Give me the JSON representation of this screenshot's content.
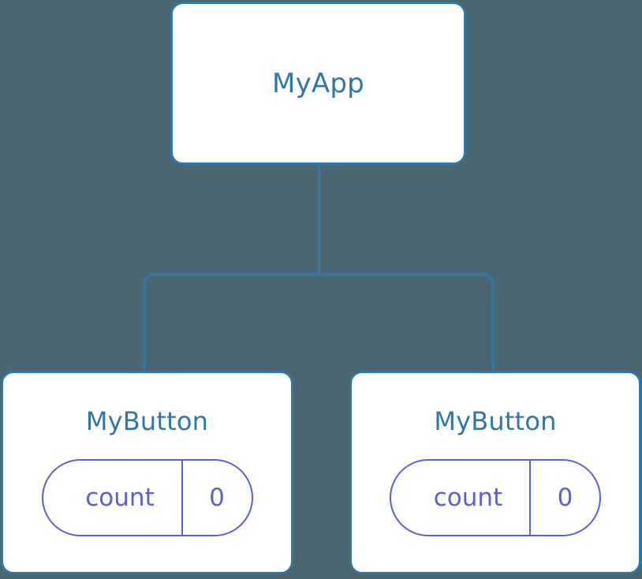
{
  "diagram": {
    "type": "component-tree",
    "background_color": "#4a6670",
    "node_border_color": "#2d79ac",
    "node_title_color": "#2e78a8",
    "pill_color": "#5b5fd9",
    "edge_color": "#2d79ac",
    "root": {
      "title": "MyApp"
    },
    "children": [
      {
        "title": "MyButton",
        "state": {
          "key": "count",
          "value": "0"
        }
      },
      {
        "title": "MyButton",
        "state": {
          "key": "count",
          "value": "0"
        }
      }
    ]
  }
}
